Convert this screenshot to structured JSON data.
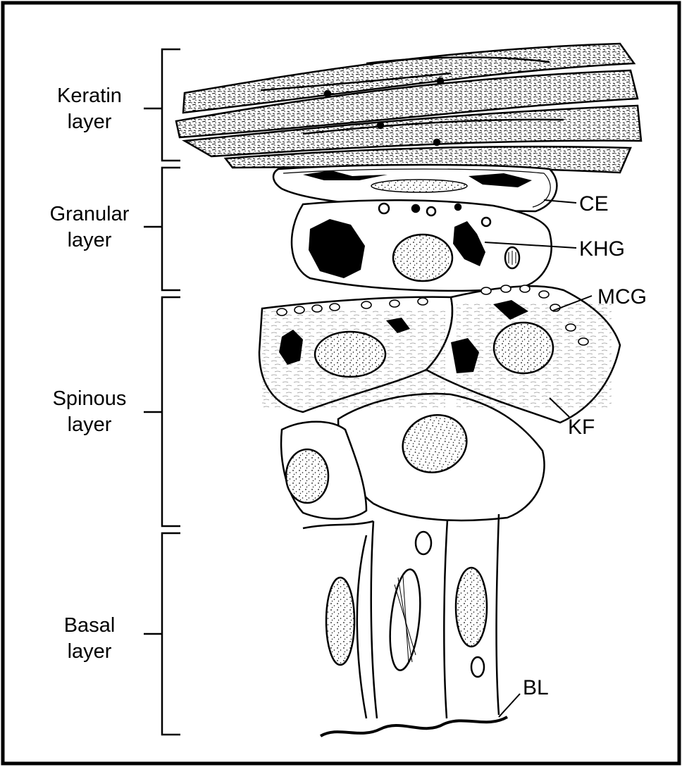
{
  "layers": [
    {
      "line1": "Keratin",
      "line2": "layer"
    },
    {
      "line1": "Granular",
      "line2": "layer"
    },
    {
      "line1": "Spinous",
      "line2": "layer"
    },
    {
      "line1": "Basal",
      "line2": "layer"
    }
  ],
  "callouts": {
    "ce": "CE",
    "khg": "KHG",
    "mcg": "MCG",
    "kf": "KF",
    "bl": "BL"
  }
}
